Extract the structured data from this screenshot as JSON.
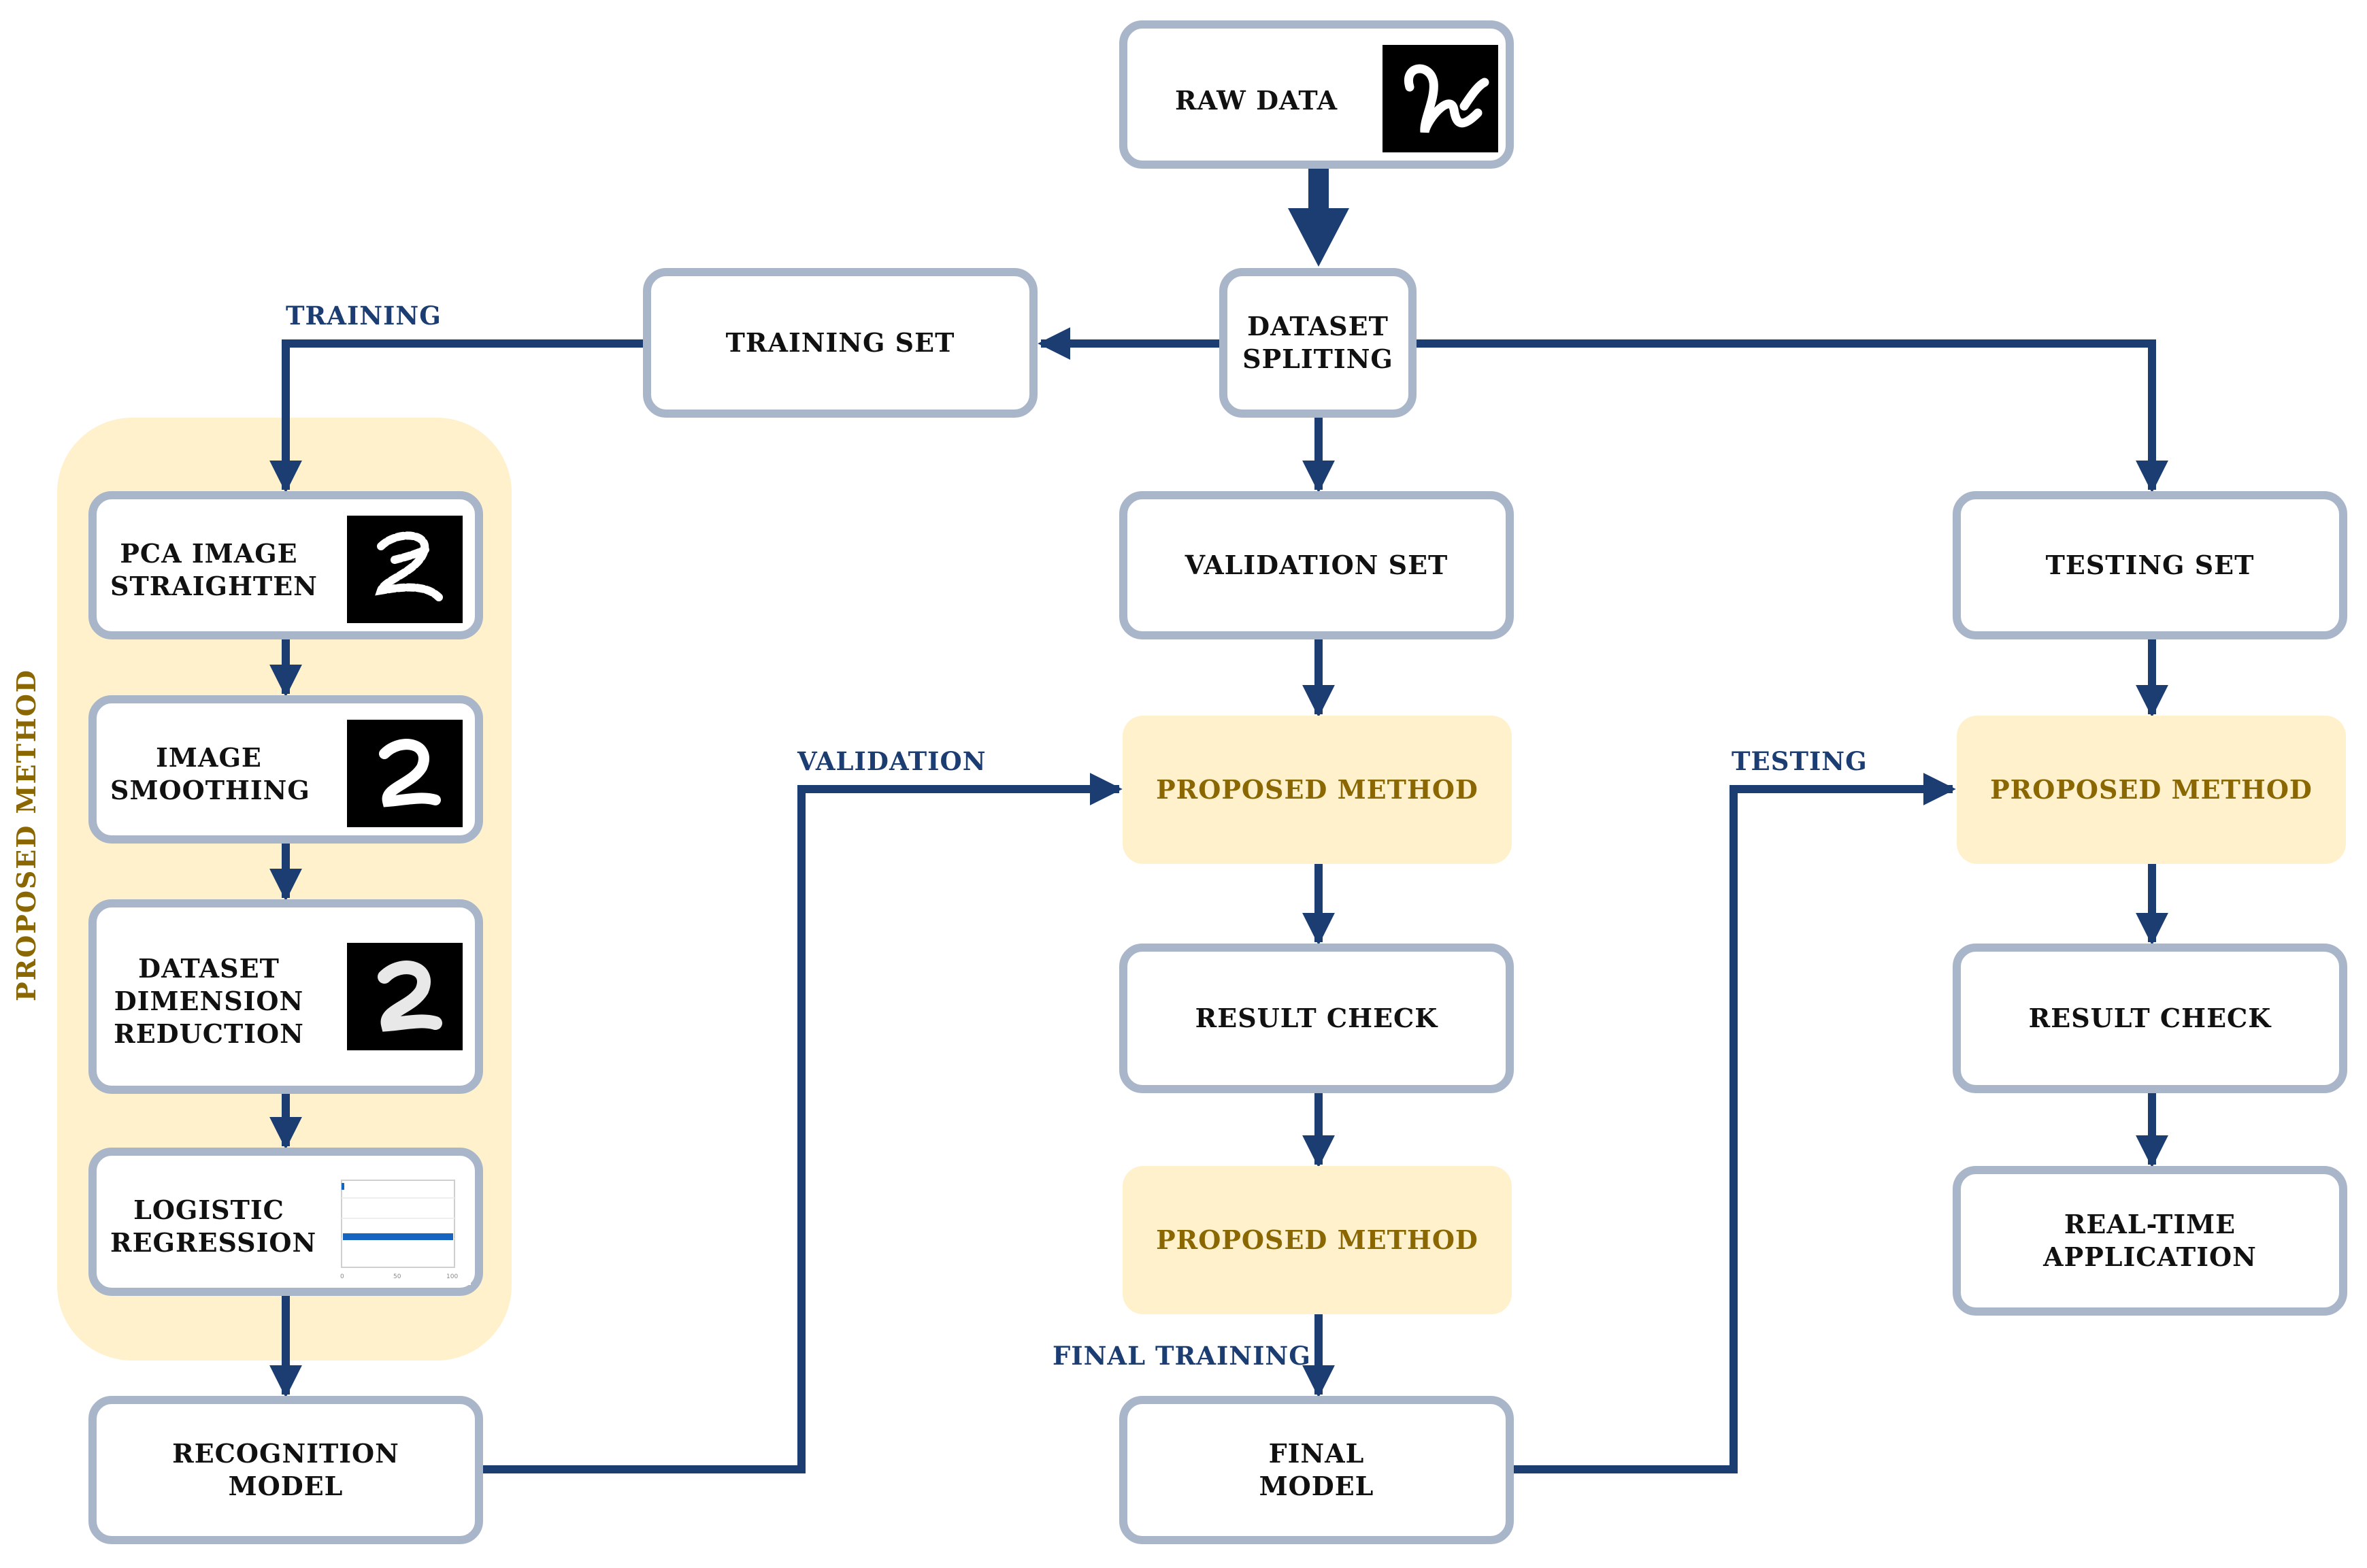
{
  "nodes": {
    "raw_data": "RAW DATA",
    "dataset_splitting": [
      "DATASET",
      "SPLITING"
    ],
    "training_set": "TRAINING SET",
    "validation_set": "VALIDATION SET",
    "testing_set": "TESTING SET",
    "pca_image_straighten": [
      "PCA IMAGE",
      "STRAIGHTEN"
    ],
    "image_smoothing": [
      "IMAGE",
      "SMOOTHING"
    ],
    "dataset_dimension_reduction": [
      "DATASET",
      "DIMENSION",
      "REDUCTION"
    ],
    "logistic_regression": [
      "LOGISTIC",
      "REGRESSION"
    ],
    "recognition_model": [
      "RECOGNITION",
      "MODEL"
    ],
    "proposed_method_validation": "PROPOSED METHOD",
    "result_check_validation": "RESULT CHECK",
    "proposed_method_final": "PROPOSED METHOD",
    "final_model": [
      "FINAL",
      "MODEL"
    ],
    "proposed_method_testing": "PROPOSED METHOD",
    "result_check_testing": "RESULT CHECK",
    "real_time_application": [
      "REAL-TIME",
      "APPLICATION"
    ]
  },
  "group_label": "PROPOSED METHOD",
  "edge_labels": {
    "training": "TRAINING",
    "validation": "VALIDATION",
    "testing": "TESTING",
    "final_training": "FINAL TRAINING"
  },
  "colors": {
    "arrow": "#1b3d72",
    "box_border": "#a9b6ca",
    "highlight_fill": "#fff1cc",
    "highlight_text": "#8a6700"
  },
  "icons": [
    "digit-2-thumbnail-icon",
    "bar-chart-thumbnail-icon"
  ]
}
